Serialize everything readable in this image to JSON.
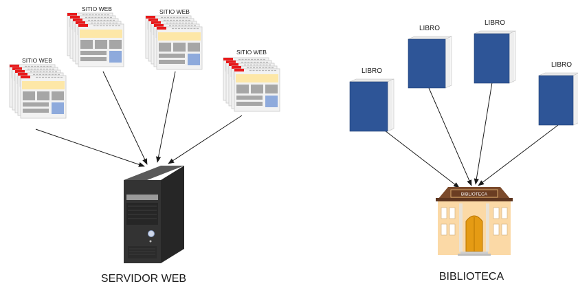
{
  "website_label": "SITIO WEB",
  "book_label": "LIBRO",
  "server_label": "SERVIDOR WEB",
  "library_label": "BIBLIOTECA",
  "library_sign": "BIBLIOTECA",
  "icons": {
    "website": "website-stack-icon",
    "server": "server-tower-icon",
    "book": "book-icon",
    "library": "library-building-icon"
  },
  "colors": {
    "arrow": "#1a1a1a",
    "book_blue": "#2e5597",
    "server_dark": "#2f2f2f",
    "page_header_red": "#e8191a",
    "page_banner_yellow": "#fde7a7",
    "page_block_grey": "#a6a6a6",
    "page_block_blue": "#8eaadc",
    "library_wall": "#fbd9a6",
    "library_roof": "#7b4a2b",
    "library_door": "#e59b14"
  }
}
